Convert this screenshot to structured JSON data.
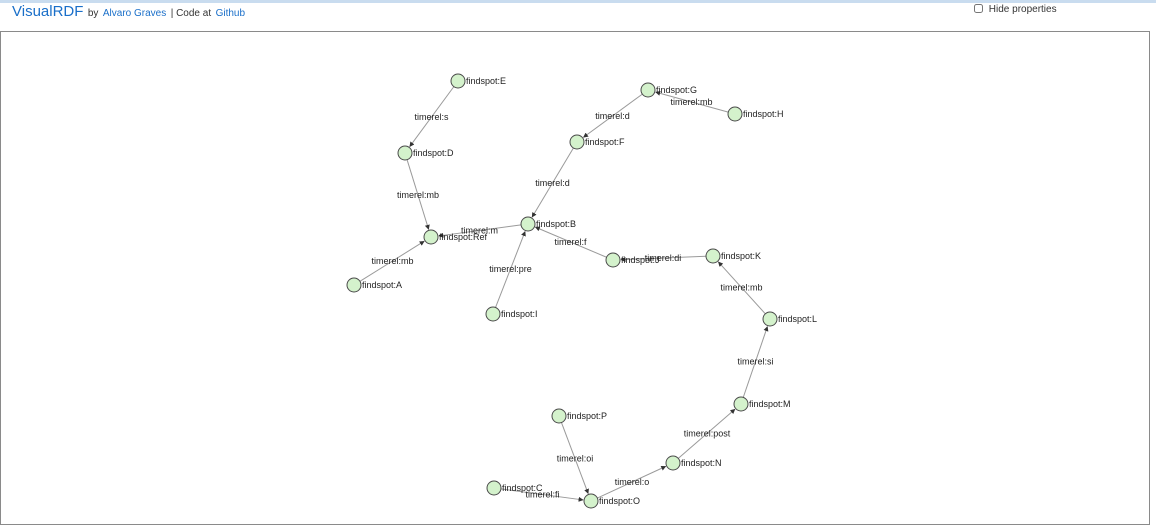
{
  "header": {
    "brand": "VisualRDF",
    "by": "by",
    "author": "Alvaro Graves",
    "separator": "| Code at",
    "code_link": "Github"
  },
  "controls": {
    "hide_properties": "Hide properties",
    "hide_checked": false
  },
  "colors": {
    "node_fill": "#d4f2cc",
    "node_stroke": "#4a4a4a",
    "edge": "#9a9a9a",
    "link": "#1a6fc9"
  },
  "graph": {
    "nodes": [
      {
        "id": "E",
        "label": "findspot:E"
      },
      {
        "id": "D",
        "label": "findspot:D"
      },
      {
        "id": "Ref",
        "label": "findspot:Ref"
      },
      {
        "id": "A",
        "label": "findspot:A"
      },
      {
        "id": "G",
        "label": "findspot:G"
      },
      {
        "id": "H",
        "label": "findspot:H"
      },
      {
        "id": "F",
        "label": "findspot:F"
      },
      {
        "id": "B",
        "label": "findspot:B"
      },
      {
        "id": "I",
        "label": "findspot:I"
      },
      {
        "id": "J",
        "label": "findspot:J"
      },
      {
        "id": "K",
        "label": "findspot:K"
      },
      {
        "id": "L",
        "label": "findspot:L"
      },
      {
        "id": "M",
        "label": "findspot:M"
      },
      {
        "id": "N",
        "label": "findspot:N"
      },
      {
        "id": "O",
        "label": "findspot:O"
      },
      {
        "id": "P",
        "label": "findspot:P"
      },
      {
        "id": "C",
        "label": "findspot:C"
      }
    ],
    "edges": [
      {
        "source": "E",
        "target": "D",
        "label": "timerel:s"
      },
      {
        "source": "D",
        "target": "Ref",
        "label": "timerel:mb"
      },
      {
        "source": "A",
        "target": "Ref",
        "label": "timerel:mb"
      },
      {
        "source": "B",
        "target": "Ref",
        "label": "timerel:m"
      },
      {
        "source": "H",
        "target": "G",
        "label": "timerel:mb"
      },
      {
        "source": "G",
        "target": "F",
        "label": "timerel:d"
      },
      {
        "source": "F",
        "target": "B",
        "label": "timerel:d"
      },
      {
        "source": "I",
        "target": "B",
        "label": "timerel:pre"
      },
      {
        "source": "J",
        "target": "B",
        "label": "timerel:f"
      },
      {
        "source": "K",
        "target": "J",
        "label": "timerel:di"
      },
      {
        "source": "L",
        "target": "K",
        "label": "timerel:mb"
      },
      {
        "source": "M",
        "target": "L",
        "label": "timerel:si"
      },
      {
        "source": "N",
        "target": "M",
        "label": "timerel:post"
      },
      {
        "source": "O",
        "target": "N",
        "label": "timerel:o"
      },
      {
        "source": "P",
        "target": "O",
        "label": "timerel:oi"
      },
      {
        "source": "C",
        "target": "O",
        "label": "timerel:fi"
      }
    ]
  }
}
